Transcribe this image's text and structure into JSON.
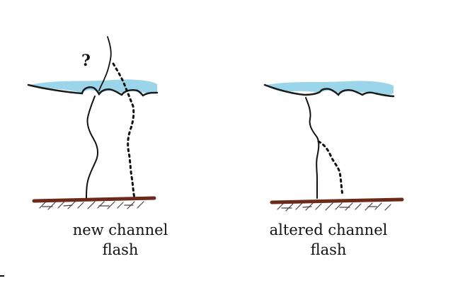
{
  "colors": {
    "cloud_fill": "#8fd0e8",
    "cloud_outline": "#1a1a1a",
    "ground": "#6b2a1a",
    "ground_hatch": "#4a3a3a",
    "channel": "#111111"
  },
  "left_panel": {
    "question_mark": "?",
    "caption_line1": "new channel",
    "caption_line2": "flash"
  },
  "right_panel": {
    "caption_line1": "altered channel",
    "caption_line2": "flash"
  }
}
